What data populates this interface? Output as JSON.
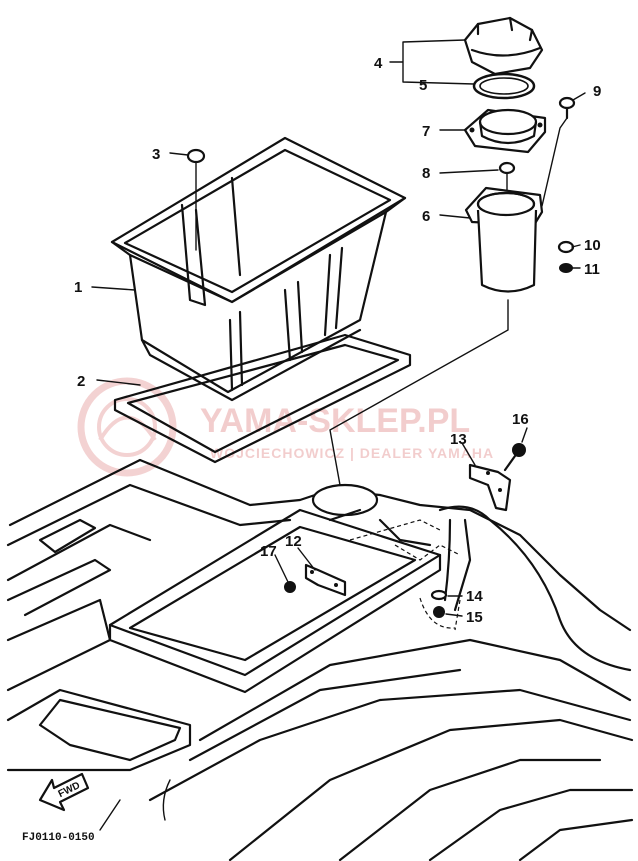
{
  "watermark": {
    "brand": "YAMA-SKLEP.PL",
    "tagline": "WOJCIECHOWICZ | DEALER YAMAHA",
    "logo_color": "#e8a6a6"
  },
  "diagram_code": "FJ0110-0150",
  "fwd_arrow_label": "FWD",
  "callouts": [
    "1",
    "2",
    "3",
    "4",
    "5",
    "6",
    "7",
    "8",
    "9",
    "10",
    "11",
    "12",
    "13",
    "14",
    "15",
    "16",
    "17"
  ]
}
